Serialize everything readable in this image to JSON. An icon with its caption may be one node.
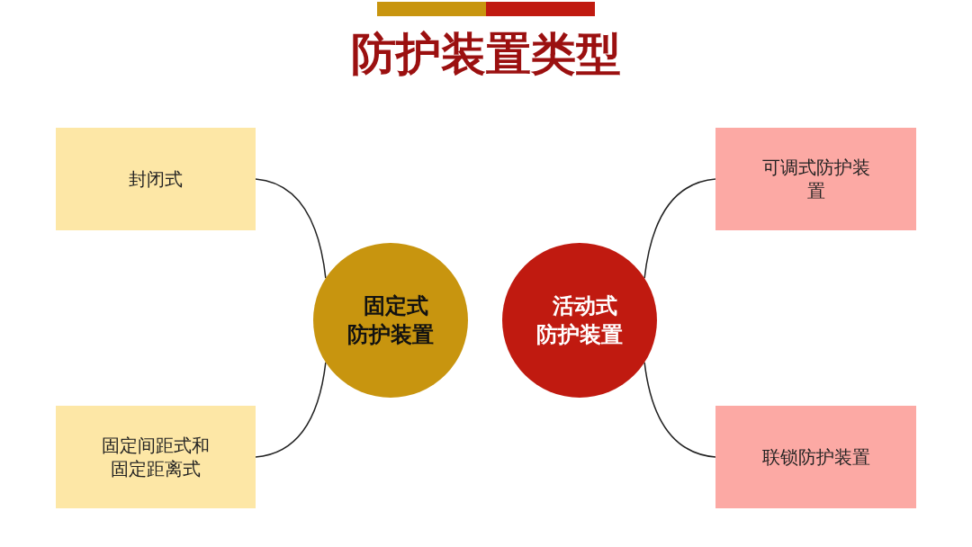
{
  "diagram": {
    "title": "防护装置类型",
    "nodes": [
      {
        "text": [
          "封闭式"
        ]
      },
      {
        "text": [
          "固定式防护装置"
        ]
      },
      {
        "text": [
          "活动式防护装置"
        ]
      },
      {
        "text": [
          "可调式防护装置"
        ]
      },
      {
        "text": [
          "固定间距式和固定距离式"
        ]
      },
      {
        "text": [
          "联锁防护装置"
        ]
      }
    ],
    "edges": [
      {
        "from": 1,
        "to": 0,
        "arrow": "none"
      },
      {
        "from": 1,
        "to": 4,
        "arrow": "none"
      },
      {
        "from": 2,
        "to": 3,
        "arrow": "none"
      },
      {
        "from": 2,
        "to": 5,
        "arrow": "none"
      }
    ]
  }
}
